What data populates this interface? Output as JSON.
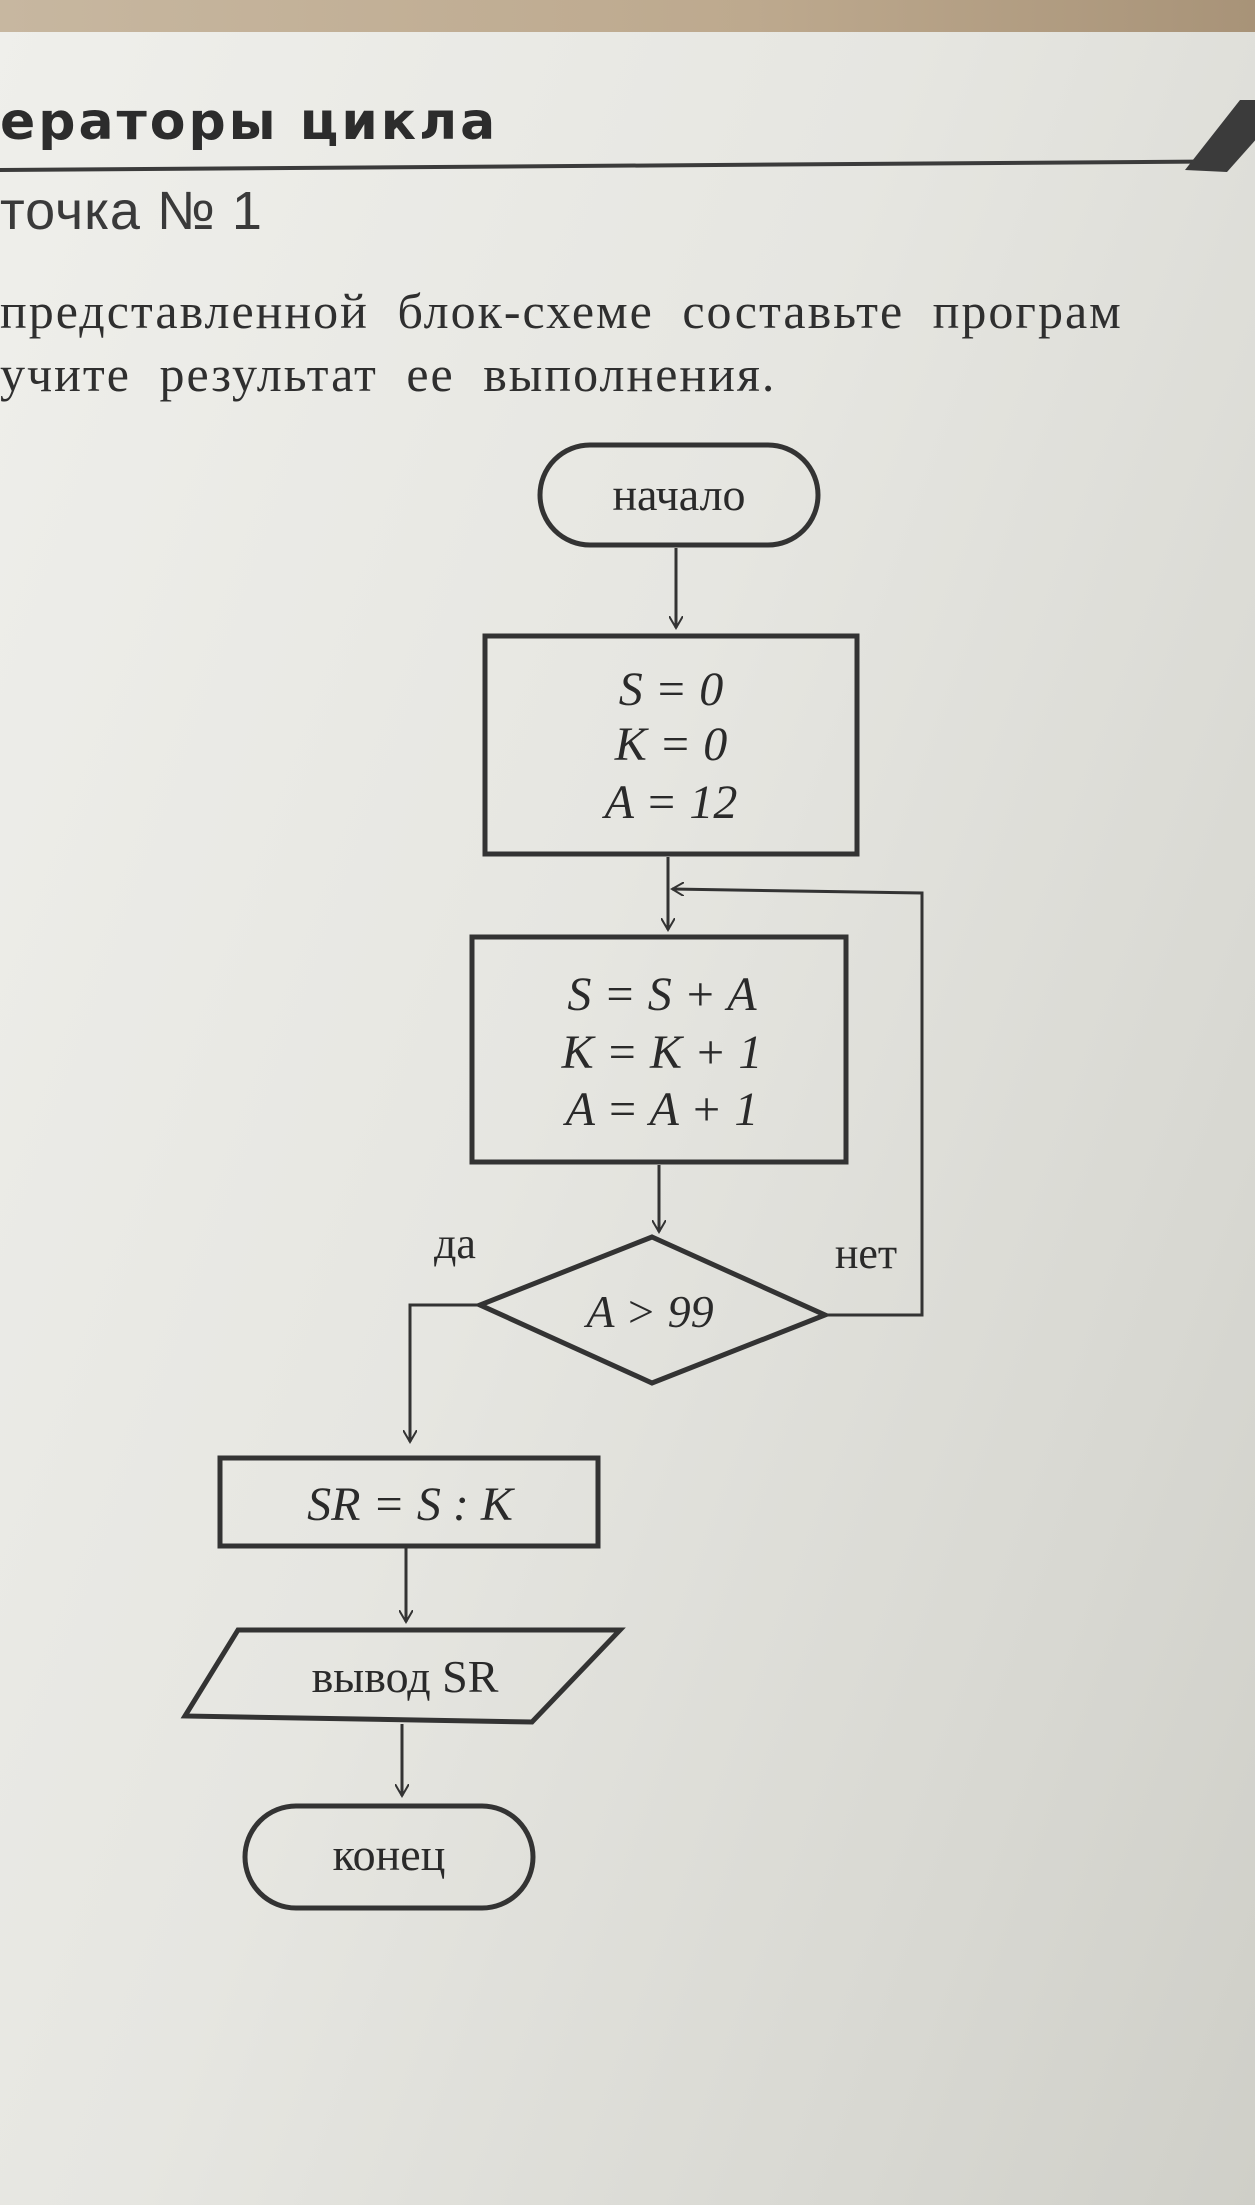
{
  "header": {
    "section_title": "ераторы цикла",
    "point_title": "точка № 1"
  },
  "task": {
    "line1": "представленной блок-схеме составьте програм",
    "line2": "учите результат ее выполнения."
  },
  "flowchart": {
    "start_label": "начало",
    "init_lines": [
      "S = 0",
      "K = 0",
      "A = 12"
    ],
    "body_lines": [
      "S = S + A",
      "K = K + 1",
      "A = A + 1"
    ],
    "condition_label": "A > 99",
    "yes_label": "да",
    "no_label": "нет",
    "compute_label": "SR = S : K",
    "output_label": "вывод SR",
    "end_label": "конец"
  }
}
